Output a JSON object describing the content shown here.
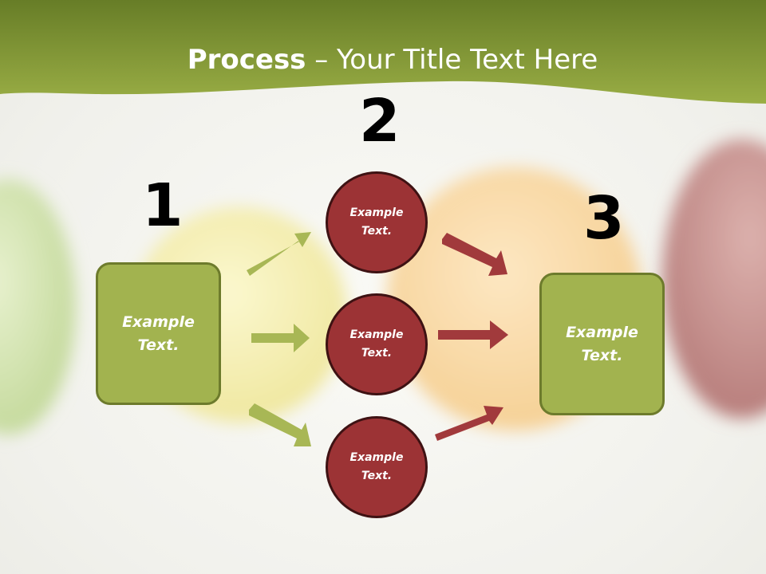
{
  "title": {
    "bold": "Process",
    "rest": " – Your Title Text Here"
  },
  "colors": {
    "header": "#7f9b31",
    "green_fill": "#a2b34f",
    "green_border": "#6d7b2c",
    "red_fill": "#9c3335",
    "red_border": "#3e1213",
    "green_arrow": "#a8b755",
    "red_arrow": "#a13a3c"
  },
  "steps": [
    {
      "number": "1"
    },
    {
      "number": "2"
    },
    {
      "number": "3"
    }
  ],
  "boxes": {
    "left": "Example\nText.",
    "right": "Example\nText."
  },
  "circles": [
    {
      "text": "Example\nText."
    },
    {
      "text": "Example\nText."
    },
    {
      "text": "Example\nText."
    }
  ]
}
